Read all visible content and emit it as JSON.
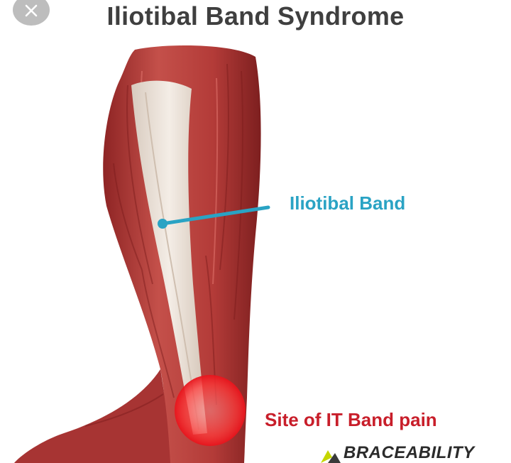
{
  "header": {
    "title": "Iliotibal Band Syndrome"
  },
  "labels": {
    "iliotibal_band": "Iliotibal Band",
    "pain_site": "Site of IT Band pain"
  },
  "brand": {
    "name": "BRACEABILITY"
  },
  "colors": {
    "title": "#3f3f3f",
    "callout_band": "#2aa3c4",
    "callout_pain": "#c81e2a",
    "muscle": "#b43a3a",
    "tendon": "#ece3da"
  },
  "icons": {
    "close": "close-icon",
    "brand_logo": "braceability-logo-icon"
  }
}
